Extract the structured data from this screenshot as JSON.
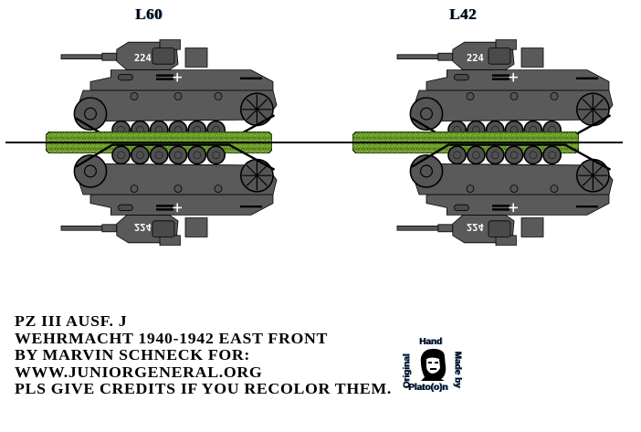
{
  "variants": [
    {
      "label": "L60",
      "turret_number": "224"
    },
    {
      "label": "L42",
      "turret_number": "224"
    }
  ],
  "credits": {
    "lines": [
      "PZ III AUSF. J",
      "WEHRMACHT 1940-1942 EAST FRONT",
      "BY MARVIN SCHNECK FOR:",
      "WWW.JUNIORGENERAL.ORG",
      "PLS GIVE CREDITS IF YOU RECOLOR THEM."
    ]
  },
  "signature": {
    "top": "Hand",
    "left": "Original",
    "right": "Made by",
    "bottom": "Plato(o)n"
  },
  "colors": {
    "tank_grey": "#5a5a5a",
    "grass": "#6a9a2a",
    "outline": "#000000",
    "text_shadow": "#3a6fb0"
  }
}
